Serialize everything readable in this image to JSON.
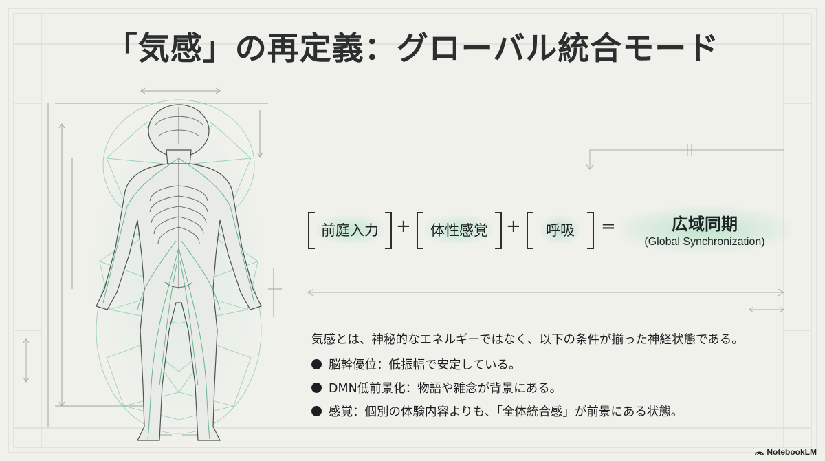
{
  "title": "「気感」の再定義：グローバル統合モード",
  "equation": {
    "terms": [
      "前庭入力",
      "体性感覚",
      "呼吸"
    ],
    "plus": "+",
    "equals": "=",
    "result_main": "広域同期",
    "result_sub": "(Global Synchronization)"
  },
  "description": {
    "lead": "気感とは、神秘的なエネルギーではなく、以下の条件が揃った神経状態である。",
    "items": [
      "脳幹優位：低振幅で安定している。",
      "DMN低前景化：物語や雑念が背景にある。",
      "感覚：個別の体験内容よりも、「全体統合感」が前景にある状態。"
    ]
  },
  "branding": {
    "label": "NotebookLM",
    "icon": "notebooklm-logo-icon"
  },
  "colors": {
    "background": "#f1f1ec",
    "text": "#1f2323",
    "accent_green": "#6fbf9a",
    "blueprint_line": "#c9ccc6"
  }
}
